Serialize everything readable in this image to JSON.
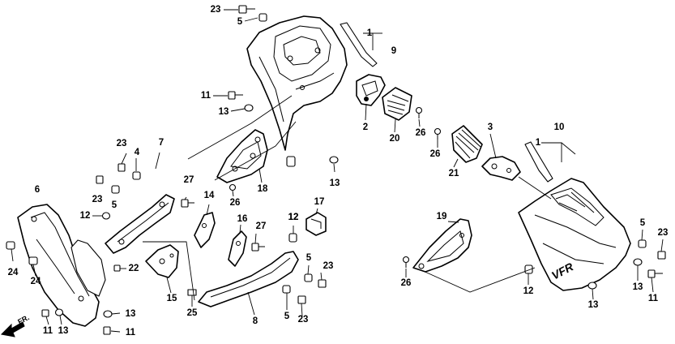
{
  "diagram": {
    "direction_label": "FR.",
    "fairing_logo": "VFR",
    "callouts": [
      {
        "id": "c23a",
        "text": "23"
      },
      {
        "id": "c5a",
        "text": "5"
      },
      {
        "id": "c1a",
        "text": "1"
      },
      {
        "id": "c9",
        "text": "9"
      },
      {
        "id": "c11a",
        "text": "11"
      },
      {
        "id": "c13a",
        "text": "13"
      },
      {
        "id": "c2",
        "text": "2"
      },
      {
        "id": "c20",
        "text": "20"
      },
      {
        "id": "c26a",
        "text": "26"
      },
      {
        "id": "c3",
        "text": "3"
      },
      {
        "id": "c1b",
        "text": "1"
      },
      {
        "id": "c10",
        "text": "10"
      },
      {
        "id": "c26b",
        "text": "26"
      },
      {
        "id": "c21",
        "text": "21"
      },
      {
        "id": "c23b",
        "text": "23"
      },
      {
        "id": "c7",
        "text": "7"
      },
      {
        "id": "c4",
        "text": "4"
      },
      {
        "id": "c12a",
        "text": "12"
      },
      {
        "id": "c13b",
        "text": "13"
      },
      {
        "id": "c18",
        "text": "18"
      },
      {
        "id": "c27a",
        "text": "27"
      },
      {
        "id": "c26c",
        "text": "26"
      },
      {
        "id": "c6",
        "text": "6"
      },
      {
        "id": "c23c",
        "text": "23"
      },
      {
        "id": "c5b",
        "text": "5"
      },
      {
        "id": "c14",
        "text": "14"
      },
      {
        "id": "c17",
        "text": "17"
      },
      {
        "id": "c12b",
        "text": "12"
      },
      {
        "id": "c16",
        "text": "16"
      },
      {
        "id": "c27b",
        "text": "27"
      },
      {
        "id": "c12c",
        "text": "12"
      },
      {
        "id": "c19",
        "text": "19"
      },
      {
        "id": "c5c",
        "text": "5"
      },
      {
        "id": "c23d",
        "text": "23"
      },
      {
        "id": "c24a",
        "text": "24"
      },
      {
        "id": "c24b",
        "text": "24"
      },
      {
        "id": "c22",
        "text": "22"
      },
      {
        "id": "c5d",
        "text": "5"
      },
      {
        "id": "c23e",
        "text": "23"
      },
      {
        "id": "c15",
        "text": "15"
      },
      {
        "id": "c25",
        "text": "25"
      },
      {
        "id": "c26d",
        "text": "26"
      },
      {
        "id": "c12d",
        "text": "12"
      },
      {
        "id": "c13c",
        "text": "13"
      },
      {
        "id": "c11b",
        "text": "11"
      },
      {
        "id": "c13d",
        "text": "13"
      },
      {
        "id": "c8",
        "text": "8"
      },
      {
        "id": "c5e",
        "text": "5"
      },
      {
        "id": "c23f",
        "text": "23"
      },
      {
        "id": "c13e",
        "text": "13"
      },
      {
        "id": "c11c",
        "text": "11"
      },
      {
        "id": "c13f",
        "text": "13"
      },
      {
        "id": "c11d",
        "text": "11"
      }
    ]
  }
}
